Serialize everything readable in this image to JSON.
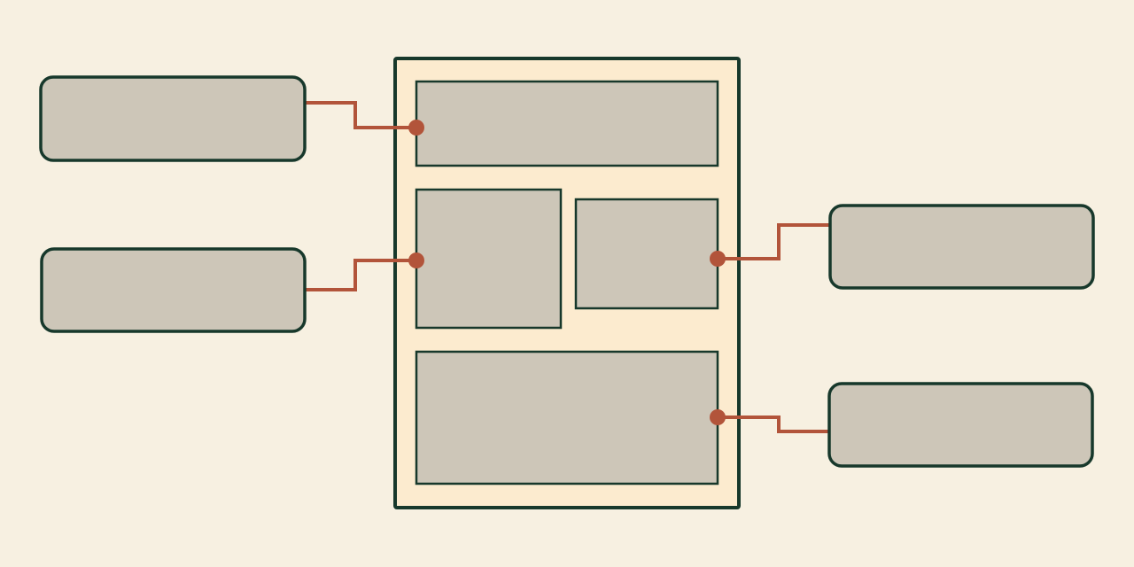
{
  "colors": {
    "background": "#F7F0E1",
    "page_fill": "#FCEBCF",
    "box_fill": "#CDC6B8",
    "outline": "#17382B",
    "connector": "#B2543A"
  },
  "diagram": {
    "callouts": [
      {
        "side": "left",
        "connects_to": "header-region"
      },
      {
        "side": "left",
        "connects_to": "left-column-region"
      },
      {
        "side": "right",
        "connects_to": "right-column-region"
      },
      {
        "side": "right",
        "connects_to": "footer-region"
      }
    ],
    "regions": [
      "header-region",
      "left-column-region",
      "right-column-region",
      "footer-region"
    ],
    "labels": []
  }
}
